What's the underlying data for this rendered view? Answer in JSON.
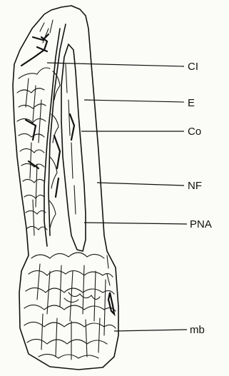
{
  "diagram": {
    "labels": {
      "ci": "CI",
      "e": "E",
      "co": "Co",
      "nf": "NF",
      "pna": "PNA",
      "mb": "mb"
    }
  }
}
